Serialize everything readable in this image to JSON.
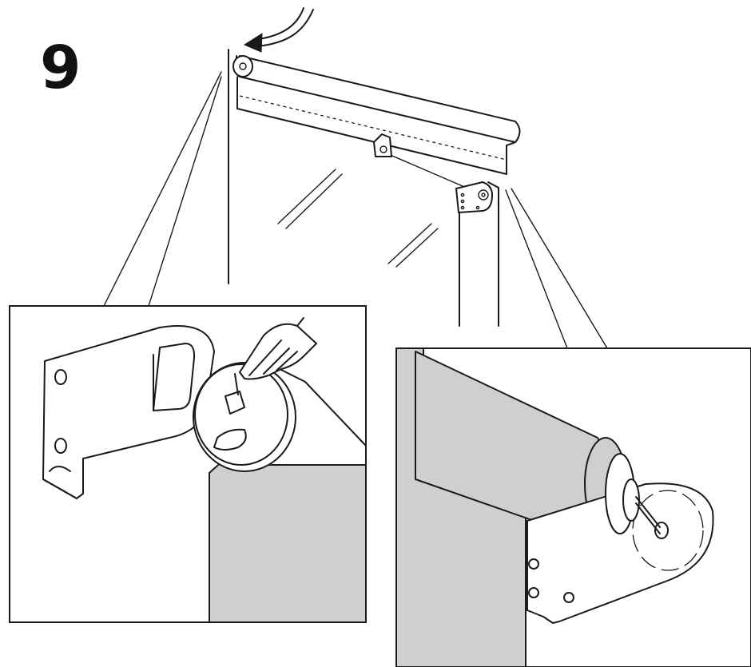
{
  "step": {
    "number": "9"
  },
  "colors": {
    "line": "#1a1a1a",
    "fabric_gray": "#cfcfcf",
    "background": "#ffffff"
  },
  "illustrations": {
    "overview": "roller-blind-mounted-on-window-frame",
    "detail_left": "attach-left-end-cap-to-bracket",
    "detail_right": "right-end-pin-in-bracket"
  }
}
